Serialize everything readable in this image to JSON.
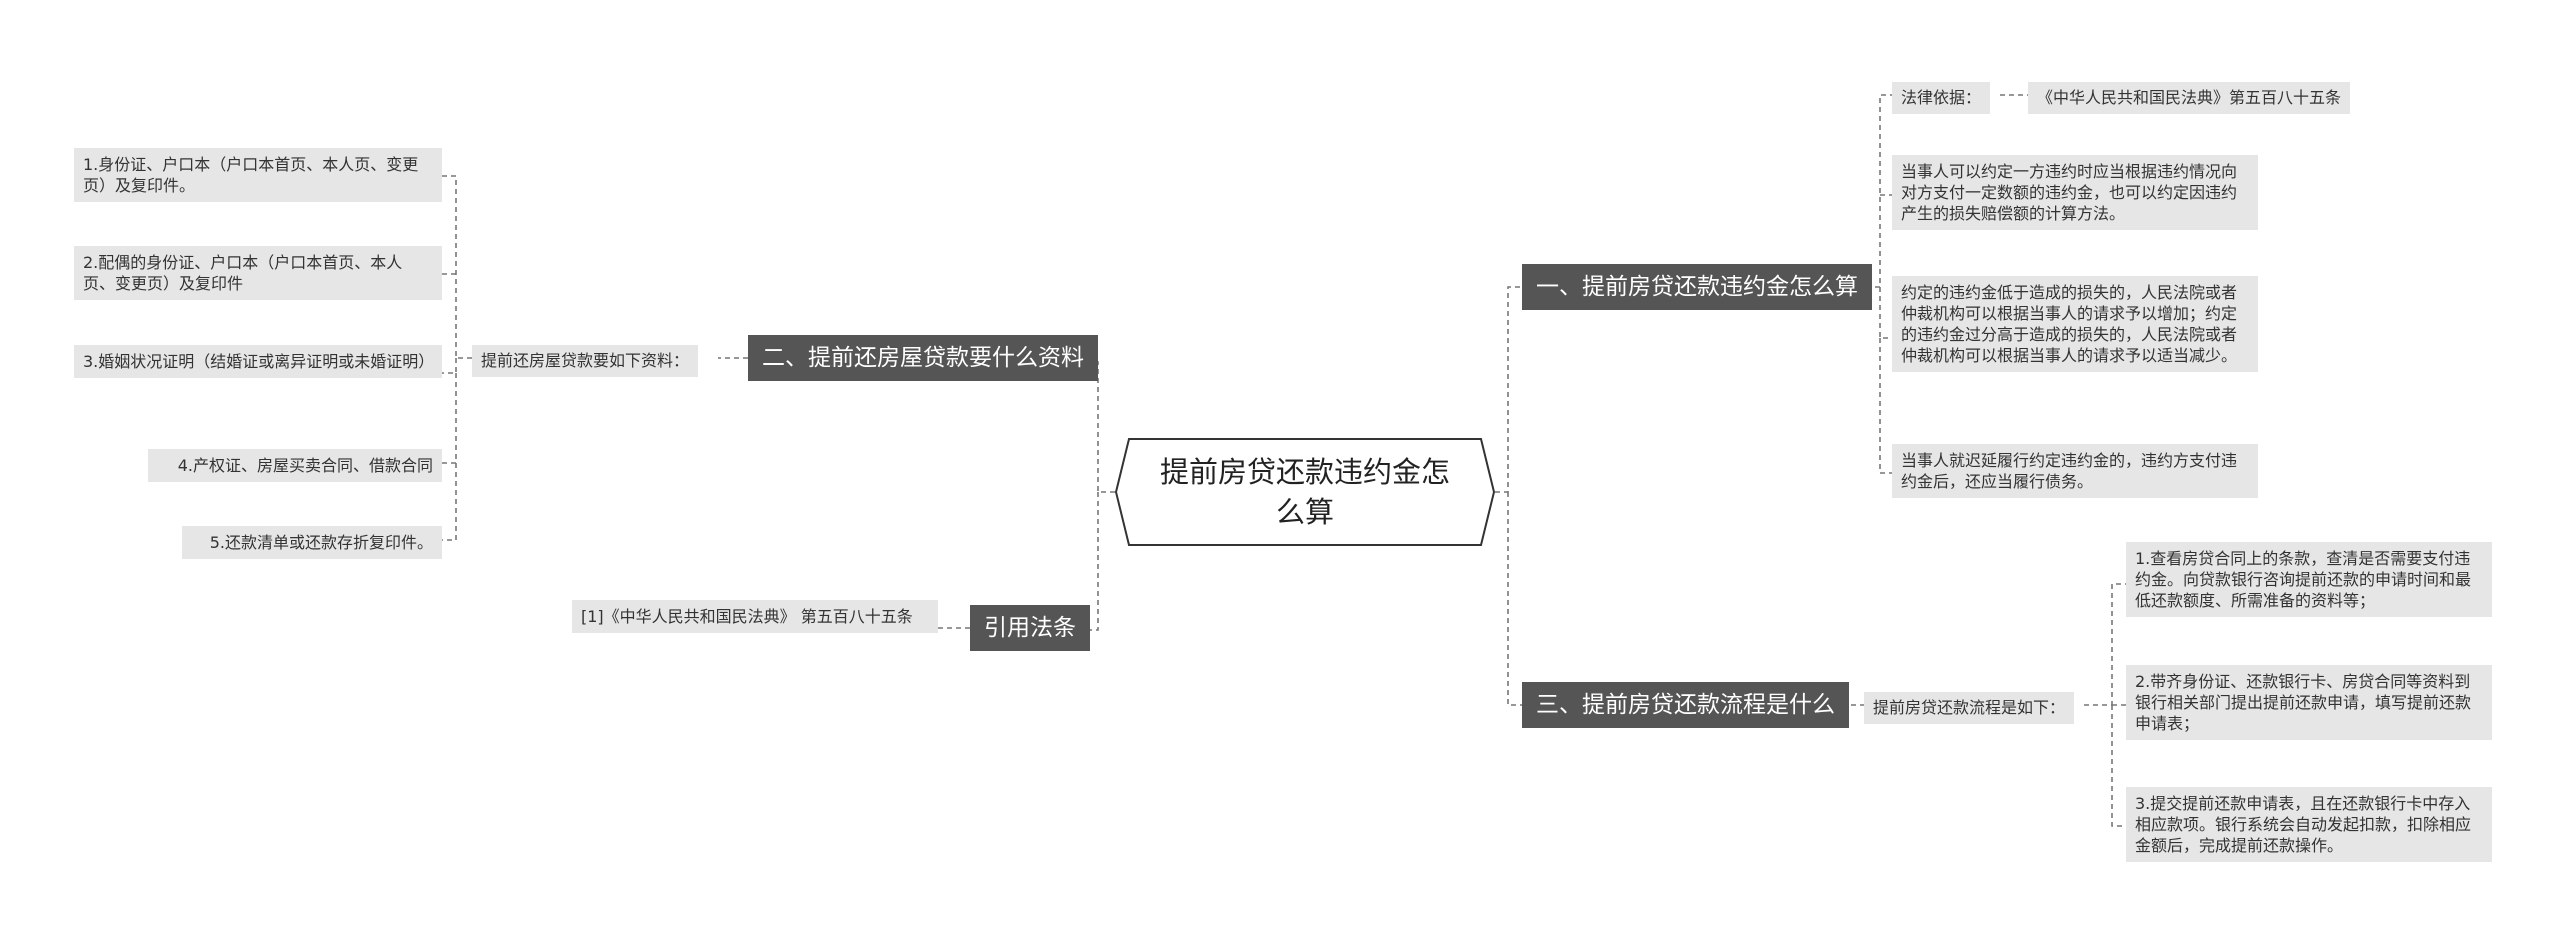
{
  "root": {
    "title": "提前房贷还款违约金怎么算"
  },
  "branches": {
    "b1": {
      "label": "一、提前房贷还款违约金怎么算",
      "legal_label": "法律依据：",
      "legal_value": "《中华人民共和国民法典》第五百八十五条",
      "items": [
        "当事人可以约定一方违约时应当根据违约情况向对方支付一定数额的违约金，也可以约定因违约产生的损失赔偿额的计算方法。",
        "约定的违约金低于造成的损失的，人民法院或者仲裁机构可以根据当事人的请求予以增加；约定的违约金过分高于造成的损失的，人民法院或者仲裁机构可以根据当事人的请求予以适当减少。",
        "当事人就迟延履行约定违约金的，违约方支付违约金后，还应当履行债务。"
      ]
    },
    "b2": {
      "label": "二、提前还房屋贷款要什么资料",
      "intro": "提前还房屋贷款要如下资料：",
      "items": [
        "1.身份证、户口本（户口本首页、本人页、变更页）及复印件。",
        "2.配偶的身份证、户口本（户口本首页、本人页、变更页）及复印件",
        "3.婚姻状况证明（结婚证或离异证明或未婚证明）",
        "4.产权证、房屋买卖合同、借款合同",
        "5.还款清单或还款存折复印件。"
      ]
    },
    "b3": {
      "label": "三、提前房贷还款流程是什么",
      "intro": "提前房贷还款流程是如下：",
      "items": [
        "1.查看房贷合同上的条款，查清是否需要支付违约金。向贷款银行咨询提前还款的申请时间和最低还款额度、所需准备的资料等；",
        "2.带齐身份证、还款银行卡、房贷合同等资料到银行相关部门提出提前还款申请，填写提前还款申请表；",
        "3.提交提前还款申请表，且在还款银行卡中存入相应款项。银行系统会自动发起扣款，扣除相应金额后，完成提前还款操作。"
      ]
    },
    "b4": {
      "label": "引用法条",
      "items": [
        "[1]《中华人民共和国民法典》 第五百八十五条"
      ]
    }
  },
  "colors": {
    "branch_bg": "#555555",
    "leaf_bg": "#e6e6e6",
    "line": "#777777"
  }
}
